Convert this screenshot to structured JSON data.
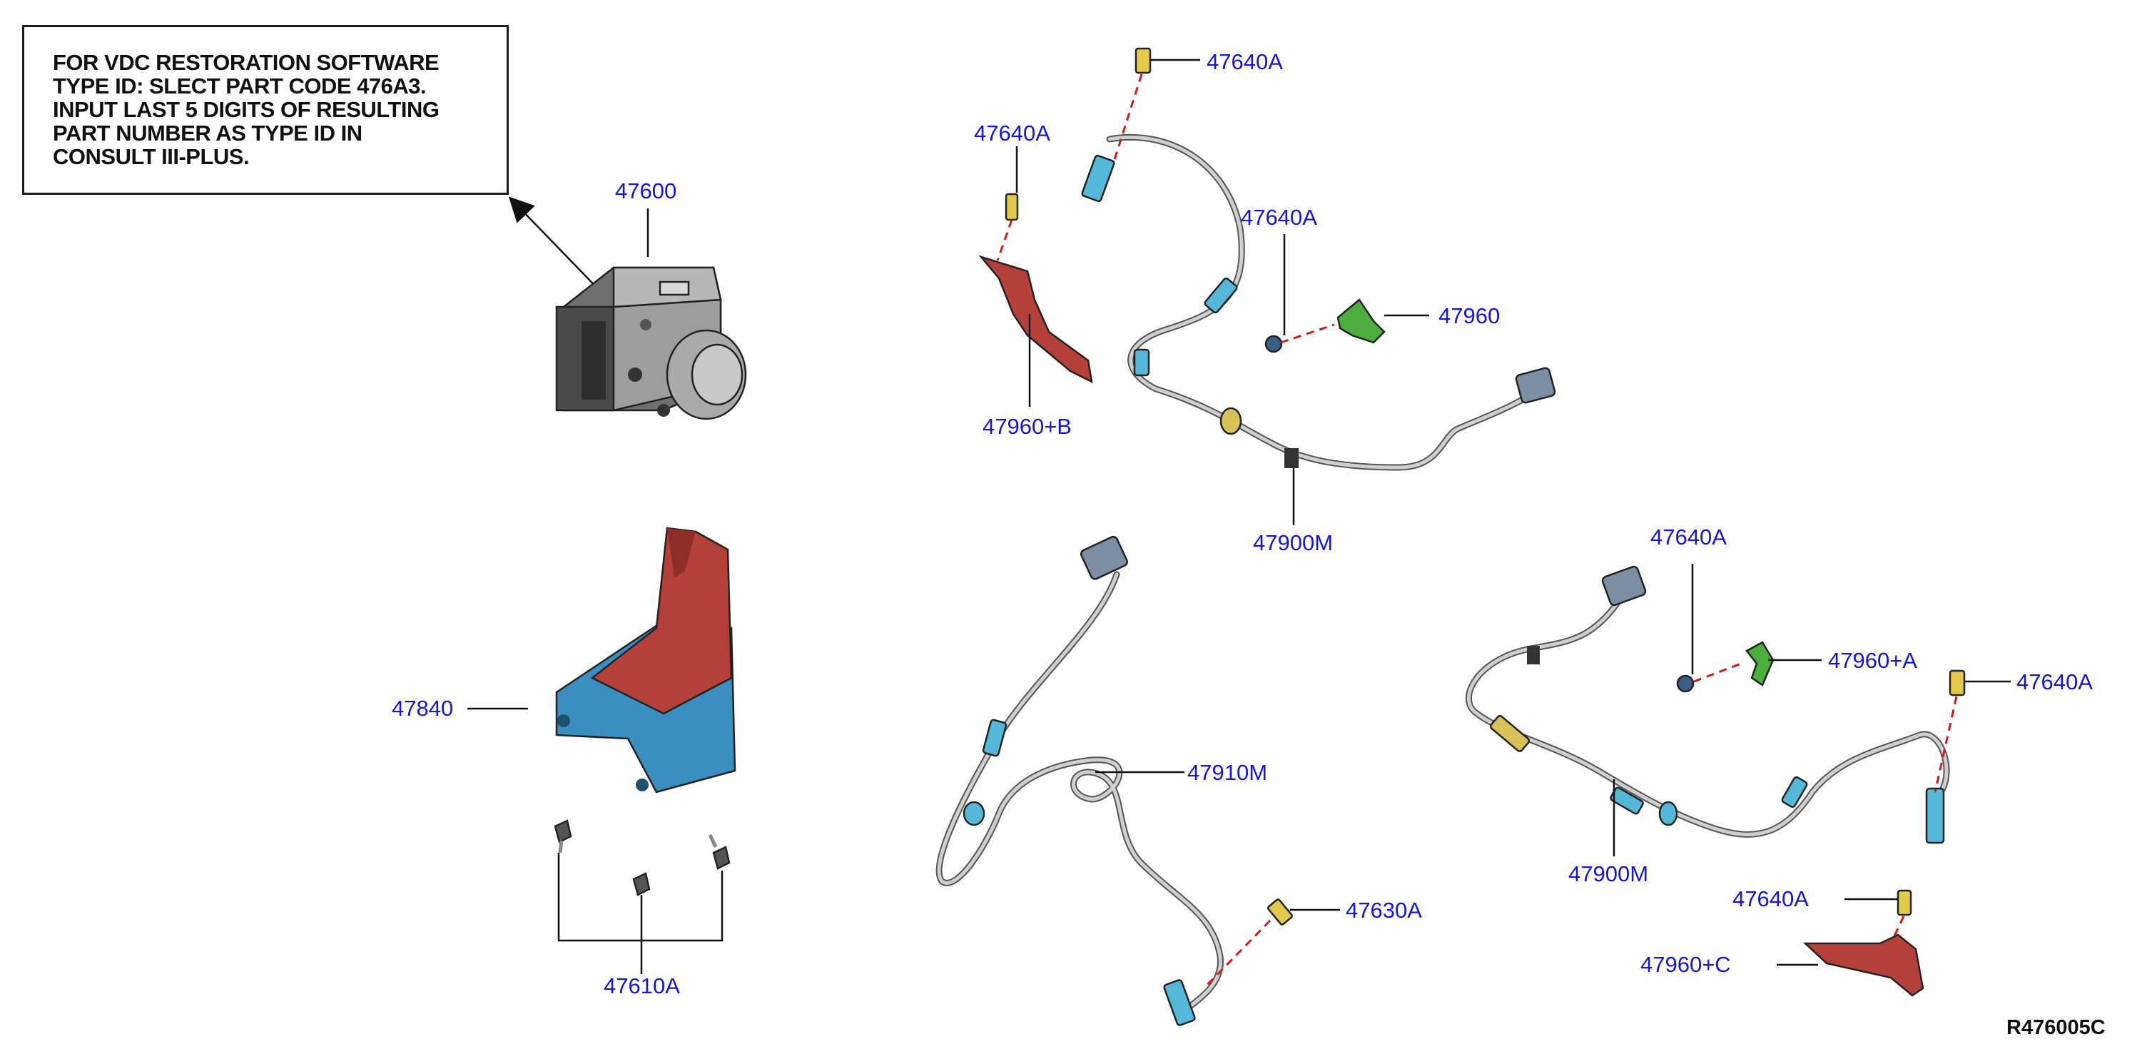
{
  "note": {
    "lines": [
      "FOR VDC RESTORATION SOFTWARE",
      "TYPE ID: SLECT PART CODE 476A3.",
      "INPUT LAST 5 DIGITS OF RESULTING",
      "PART NUMBER AS TYPE ID IN",
      "CONSULT III-PLUS."
    ]
  },
  "callouts": {
    "abs_unit": "47600",
    "bracket_abs": "47840",
    "abs_bolts": "47610A",
    "front_sensor_bolt_top": "47640A",
    "front_bracket_bolt": "47640A",
    "front_clip_bolt": "47640A",
    "front_clip": "47960",
    "front_bracket": "47960+B",
    "front_sensor_harness": "47900M",
    "rear_sensor": "47910M",
    "rear_sensor_bolt": "47630A",
    "right_clip_bolt": "47640A",
    "right_clip": "47960+A",
    "right_sensor_bolt": "47640A",
    "right_sensor_harness": "47900M",
    "right_bracket_bolt": "47640A",
    "right_bracket": "47960+C"
  },
  "figure_code": "R476005C",
  "colors": {
    "callout_text": "#1515d8",
    "dash_line": "#d11b1b",
    "bracket_red": "#b5403a",
    "bracket_blue": "#3a8fc0",
    "clip_green": "#4caf3d",
    "sensor_cyan": "#56b8d8",
    "grommet_yellow": "#d8c158",
    "abs_gray": "#8c8c8c"
  }
}
